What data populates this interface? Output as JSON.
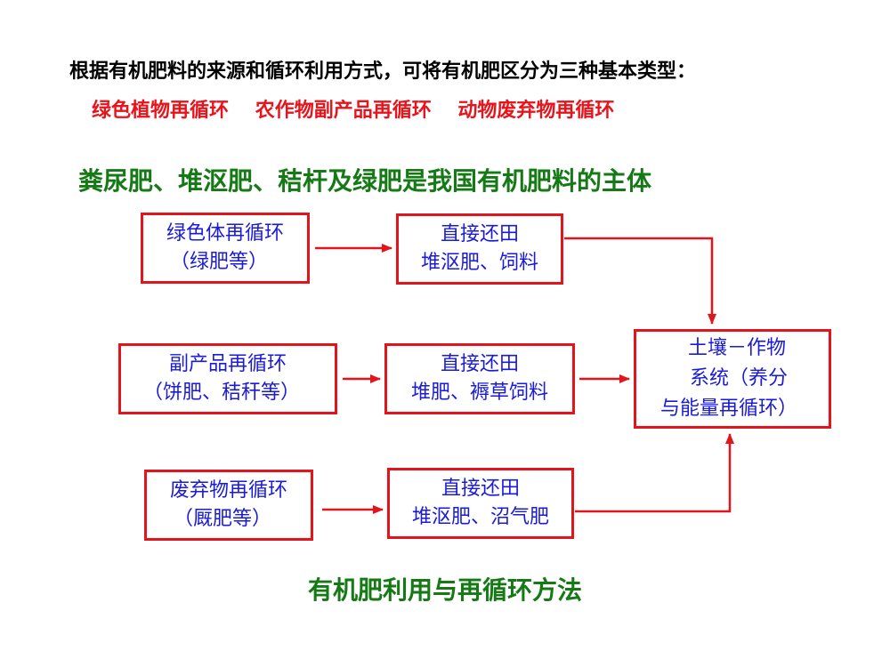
{
  "intro": "根据有机肥料的来源和循环利用方式，可将有机肥区分为三种基本类型：",
  "types": [
    "绿色植物再循环",
    "农作物副产品再循环",
    "动物废弃物再循环"
  ],
  "headline": "粪尿肥、堆沤肥、秸杆及绿肥是我国有机肥料的主体",
  "flow": {
    "green_source": {
      "title": "绿色体再循环",
      "detail": "（绿肥等）"
    },
    "green_use": {
      "title": "直接还田",
      "detail": "堆沤肥、饲料"
    },
    "byproduct_source": {
      "title": "副产品再循环",
      "detail": "（饼肥、秸秆等）"
    },
    "byproduct_use": {
      "title": "直接还田",
      "detail": "堆肥、褥草饲料"
    },
    "waste_source": {
      "title": "废弃物再循环",
      "detail": "（厩肥等）"
    },
    "waste_use": {
      "title": "直接还田",
      "detail": "堆沤肥、沼气肥"
    },
    "system": {
      "line1": "土壤－作物",
      "line2": "系统（养分",
      "line3": "与能量再循环）"
    }
  },
  "caption": "有机肥利用与再循环方法",
  "colors": {
    "text": "#000000",
    "accent_red": "#e8131b",
    "headline_green": "#157a15",
    "box_text_blue": "#1a1ad8",
    "box_border": "#e4141c"
  }
}
